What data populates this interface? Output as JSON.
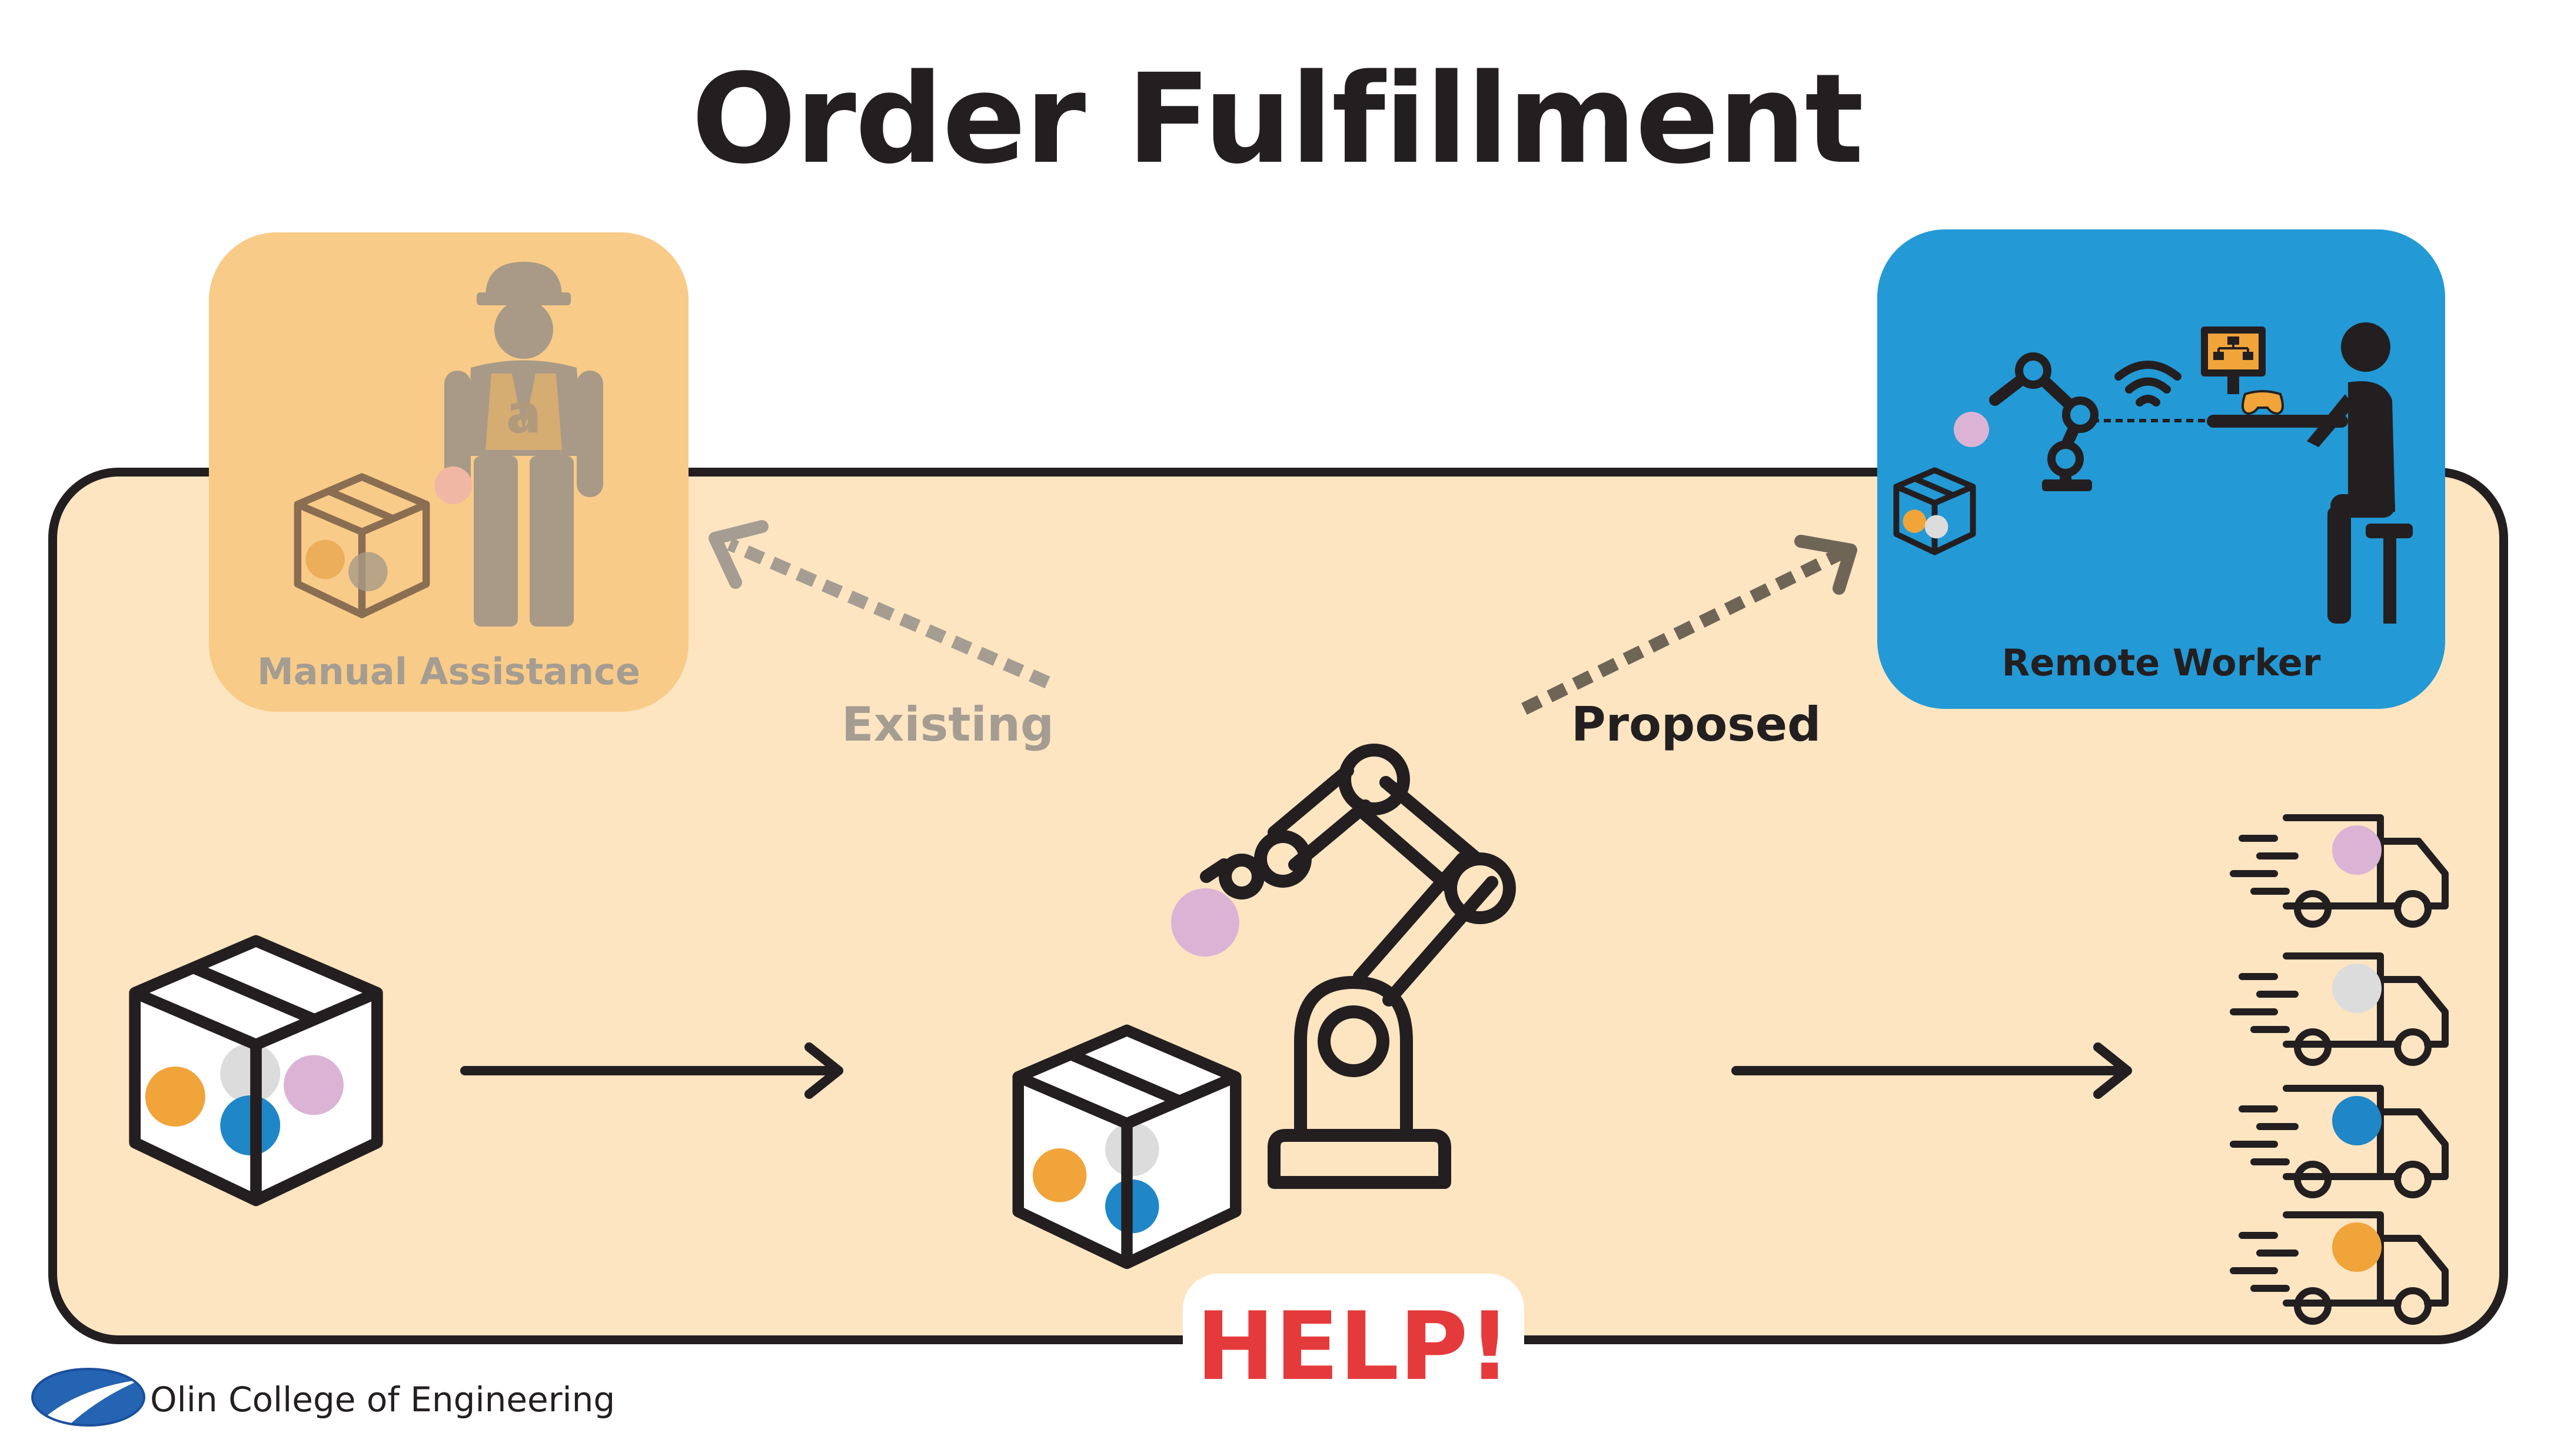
{
  "title": "Order Fulfillment",
  "manual_label": "Manual Assistance",
  "remote_label": "Remote Worker",
  "existing_label": "Existing",
  "proposed_label": "Proposed",
  "help_label": "HELP!",
  "footer_text": "Olin College of Engineering",
  "worker_shirt_letter": "a",
  "colors": {
    "background": "#fde5c2",
    "outline": "#231f20",
    "manual_box": "#f8cb88",
    "remote_box": "#2399d6",
    "orange": "#f1a43a",
    "blue": "#1f86c8",
    "pink": "#dbb4d5",
    "grey": "#dcdcdc",
    "help": "#e53a3c",
    "faded_text": "#a59d92"
  },
  "icons": [
    "hard-hat-worker-icon",
    "box-icon",
    "robot-arm-icon",
    "wifi-icon",
    "monitor-icon",
    "game-controller-icon",
    "person-at-desk-icon",
    "delivery-truck-icon",
    "arrow-right-icon"
  ]
}
